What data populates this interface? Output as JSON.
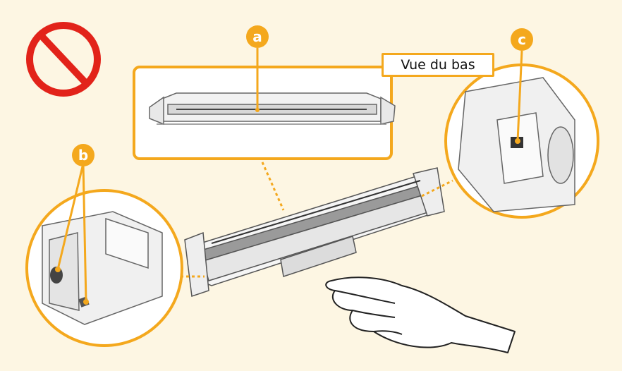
{
  "view_label": "Vue du bas",
  "callouts": {
    "a": "a",
    "b": "b",
    "c": "c"
  },
  "icons": {
    "prohibition": "prohibition-icon",
    "hand": "hand-icon"
  },
  "colors": {
    "background": "#fdf6e3",
    "accent": "#f4a81d",
    "prohibited": "#e2231a",
    "line": "#555555"
  }
}
